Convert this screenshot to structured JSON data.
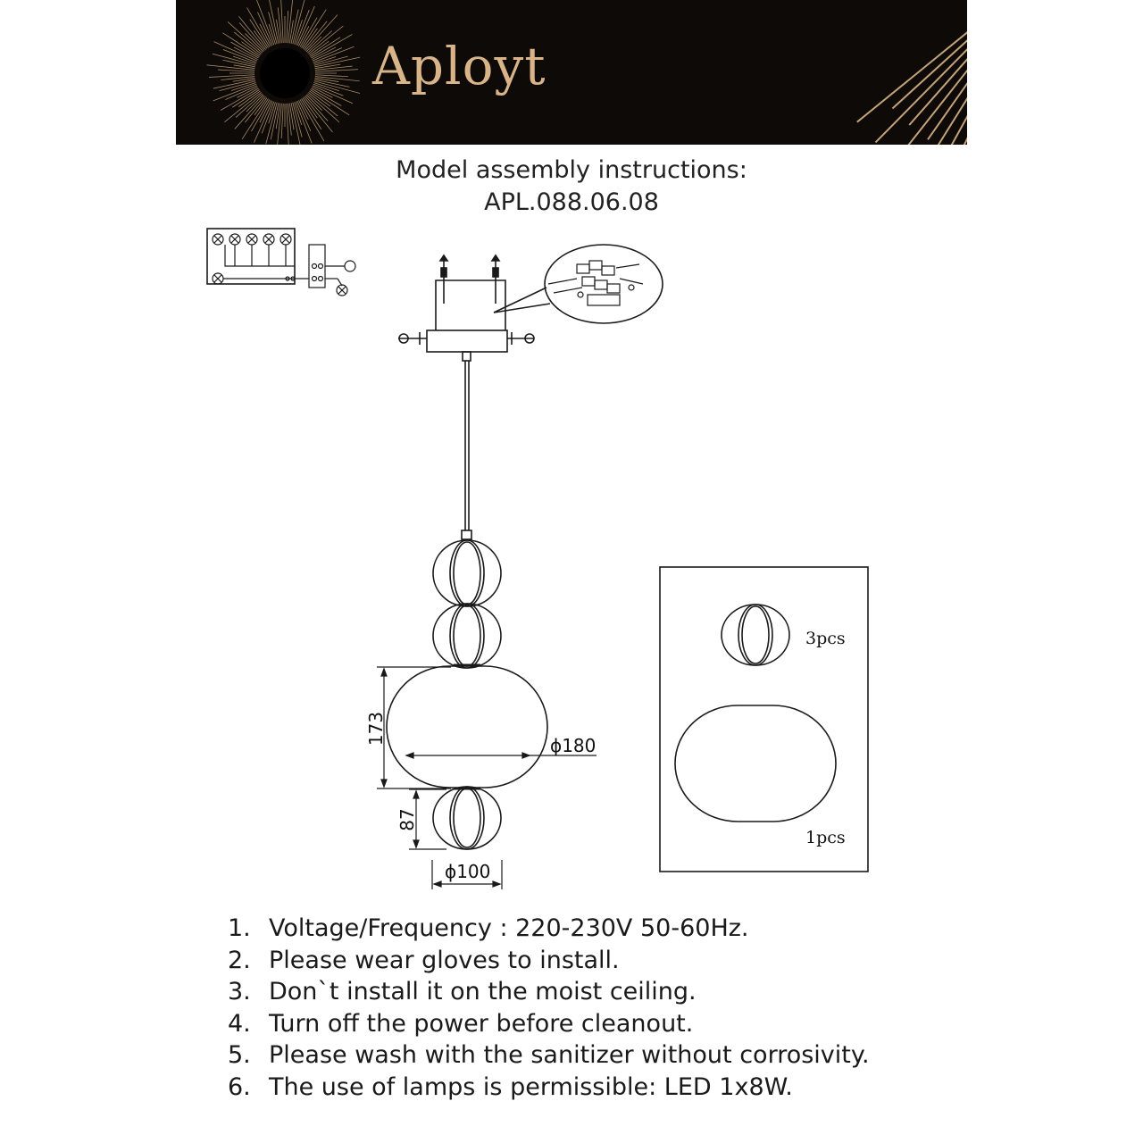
{
  "brand": {
    "name": "Aployt",
    "colors": {
      "banner_bg": "#0d0a08",
      "gold": "#d8b488"
    }
  },
  "header": {
    "title": "Model assembly instructions:",
    "model": "APL.088.06.08"
  },
  "drawing": {
    "dimensions": {
      "main_height": "173",
      "main_diameter": "ϕ180",
      "small_height": "87",
      "small_diameter": "ϕ100"
    },
    "parts": [
      {
        "name": "small glass shade",
        "qty": "3pcs"
      },
      {
        "name": "large glass globe",
        "qty": "1pcs"
      }
    ]
  },
  "instructions": [
    {
      "num": "1.",
      "text": "Voltage/Frequency : 220-230V 50-60Hz."
    },
    {
      "num": "2.",
      "text": "Please wear gloves to install."
    },
    {
      "num": "3.",
      "text": "Don`t install it on the moist ceiling."
    },
    {
      "num": "4.",
      "text": "Turn off the power before cleanout."
    },
    {
      "num": "5.",
      "text": "Please wash with the sanitizer without corrosivity."
    },
    {
      "num": "6.",
      "text": "The use of lamps is permissible: LED 1x8W."
    }
  ]
}
